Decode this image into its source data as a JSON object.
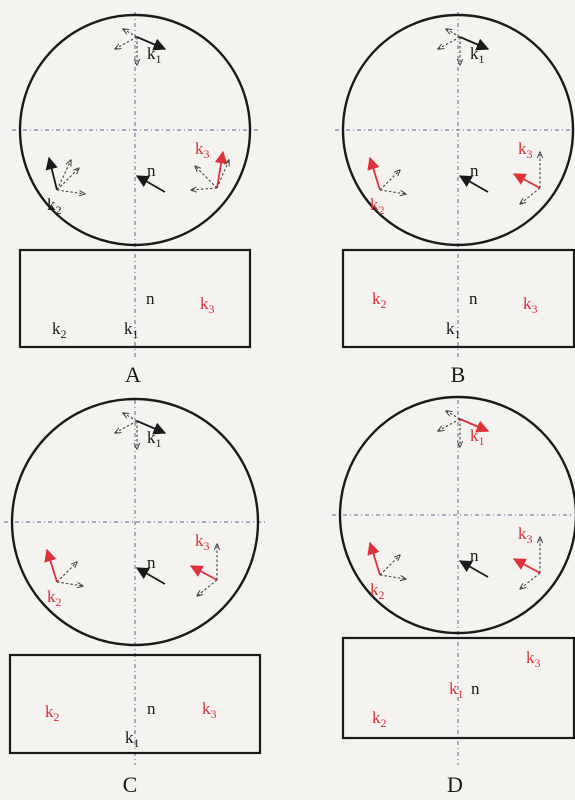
{
  "colors": {
    "ink": "#1a1a1a",
    "accent": "#e0303a",
    "axis": "#5a6090"
  },
  "icons": {
    "solid_vector": "solid-arrow-icon",
    "dashed_vector": "dashed-arrow-icon"
  },
  "panels": [
    {
      "caption": "A",
      "labels": {
        "k1": {
          "base": "k",
          "sub": "1",
          "highlight": false
        },
        "k2": {
          "base": "k",
          "sub": "2",
          "highlight": false
        },
        "k3": {
          "base": "k",
          "sub": "3",
          "highlight": true
        },
        "n": {
          "text": "n"
        }
      },
      "box": {
        "k1": {
          "base": "k",
          "sub": "1",
          "highlight": false
        },
        "k2": {
          "base": "k",
          "sub": "2",
          "highlight": false
        },
        "k3": {
          "base": "k",
          "sub": "3",
          "highlight": true
        },
        "n": {
          "text": "n"
        }
      }
    },
    {
      "caption": "B",
      "labels": {
        "k1": {
          "base": "k",
          "sub": "1",
          "highlight": false
        },
        "k2": {
          "base": "k",
          "sub": "2",
          "highlight": true
        },
        "k3": {
          "base": "k",
          "sub": "3",
          "highlight": true
        },
        "n": {
          "text": "n"
        }
      },
      "box": {
        "k1": {
          "base": "k",
          "sub": "1",
          "highlight": false
        },
        "k2": {
          "base": "k",
          "sub": "2",
          "highlight": true
        },
        "k3": {
          "base": "k",
          "sub": "3",
          "highlight": true
        },
        "n": {
          "text": "n"
        }
      }
    },
    {
      "caption": "C",
      "labels": {
        "k1": {
          "base": "k",
          "sub": "1",
          "highlight": false
        },
        "k2": {
          "base": "k",
          "sub": "2",
          "highlight": true
        },
        "k3": {
          "base": "k",
          "sub": "3",
          "highlight": true
        },
        "n": {
          "text": "n"
        }
      },
      "box": {
        "k1": {
          "base": "k",
          "sub": "1",
          "highlight": false
        },
        "k2": {
          "base": "k",
          "sub": "2",
          "highlight": true
        },
        "k3": {
          "base": "k",
          "sub": "3",
          "highlight": true
        },
        "n": {
          "text": "n"
        }
      }
    },
    {
      "caption": "D",
      "labels": {
        "k1": {
          "base": "k",
          "sub": "1",
          "highlight": true
        },
        "k2": {
          "base": "k",
          "sub": "2",
          "highlight": true
        },
        "k3": {
          "base": "k",
          "sub": "3",
          "highlight": true
        },
        "n": {
          "text": "n"
        }
      },
      "box": {
        "k1": {
          "base": "k",
          "sub": "1",
          "highlight": true
        },
        "k2": {
          "base": "k",
          "sub": "2",
          "highlight": true
        },
        "k3": {
          "base": "k",
          "sub": "3",
          "highlight": true
        },
        "n": {
          "text": "n"
        }
      }
    }
  ]
}
